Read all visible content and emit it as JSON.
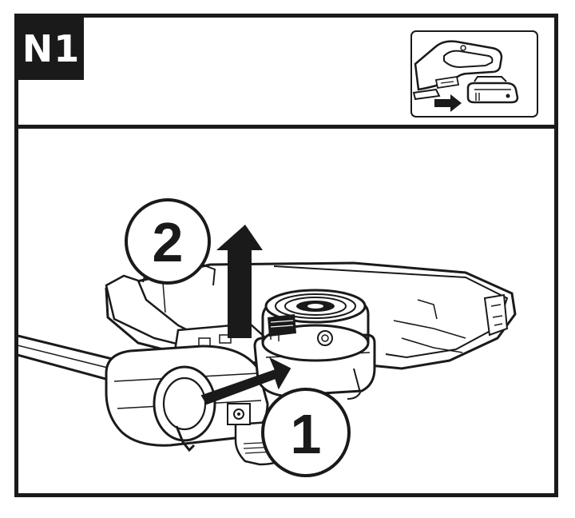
{
  "step": {
    "label": "N1"
  },
  "callouts": [
    {
      "number": "1",
      "meaning": "press-release"
    },
    {
      "number": "2",
      "meaning": "lift-off"
    }
  ],
  "colors": {
    "ink": "#1a1a1a",
    "paper": "#ffffff",
    "shade": "#d9d9d9"
  },
  "icons": [
    "arrow-right-icon",
    "arrow-up-icon",
    "arrow-push-icon",
    "battery-icon",
    "trimmer-handle-icon"
  ]
}
